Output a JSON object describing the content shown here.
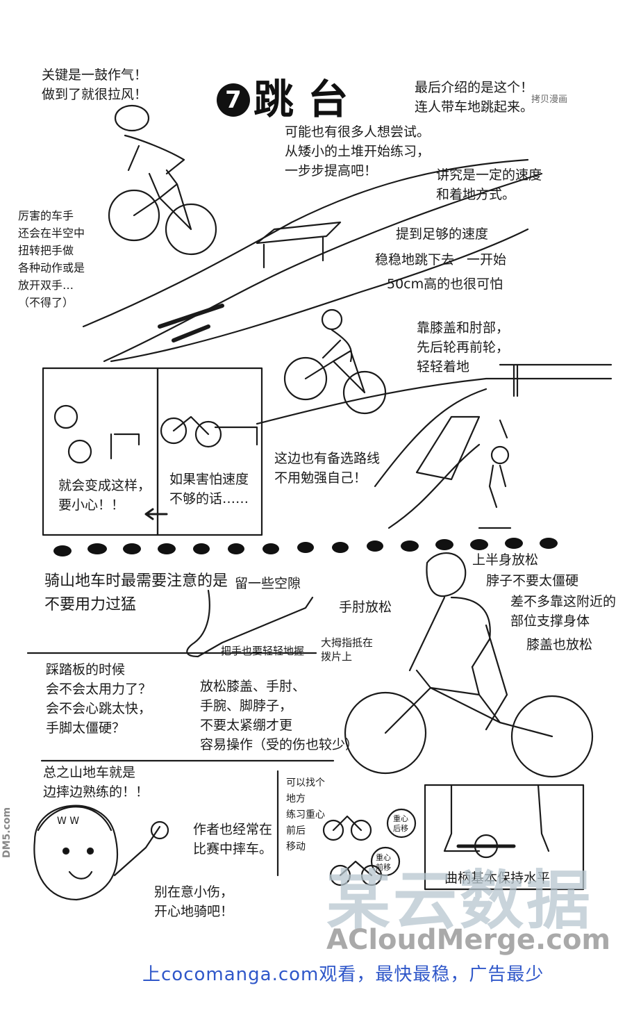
{
  "header": {
    "number": "7",
    "title": "跳 台",
    "credit": "拷贝漫画"
  },
  "notes": {
    "top_left": "关键是一鼓作气！\n做到了就很拉风！",
    "top_right": "最后介绍的是这个！\n连人带车地跳起来。",
    "try_it": "可能也有很多人想尝试。\n从矮小的土堆开始练习，\n一步步提高吧！",
    "speed": "讲究是一定的速度\n和着地方式。",
    "left_column": "厉害的车手\n还会在半空中\n扭转把手做\n各种动作或是\n放开双手…\n（不得了）",
    "reach_speed": "提到足够的速度",
    "jump_down": "稳稳地跳下去",
    "first_time": "一开始",
    "height_scary": "50cm高的也很可怕",
    "landing": "靠膝盖和肘部，\n先后轮再前轮，\n轻轻着地",
    "panel1": "就会变成这样，\n要小心！！",
    "panel2": "如果害怕速度\n不够的话……",
    "alt_route": "这边也有备选路线\n不用勉强自己！"
  },
  "posture": {
    "heading": "骑山地车时最需要注意的是\n不要用力过猛",
    "gap": "留一些空隙",
    "grip": "把手也要轻轻地握",
    "thumb": "大拇指抵在\n拨片上",
    "elbow": "手肘放松",
    "upper_body": "上半身放松",
    "neck": "脖子不要太僵硬",
    "support": "差不多靠这附近的\n部位支撑身体",
    "knees": "膝盖也放松"
  },
  "pedal": {
    "question": "踩踏板的时候\n会不会太用力了？\n会不会心跳太快，\n手脚太僵硬？",
    "relax": "放松膝盖、手肘、\n手腕、脚脖子，\n不要太紧绷才更\n容易操作（受的伤也较少）"
  },
  "summary": {
    "main": "总之山地车就是\n边摔边熟练的！！",
    "author": "作者也经常在\n比赛中摔车。",
    "minor_injury": "别在意小伤，\n开心地骑吧！",
    "find_place": "可以找个\n地方\n练习重心\n前后\n移动",
    "rear_shift": "重心\n后移",
    "front_shift": "重心\n前移",
    "crank": "曲柄基本保持水平",
    "helmet_mark": "W W"
  },
  "footer": {
    "text": "上cocomanga.com观看，最快最稳，广告最少"
  },
  "watermark": {
    "big": "某云数据",
    "site": "ACloudMerge.com",
    "side_logo": "DM5.com"
  }
}
